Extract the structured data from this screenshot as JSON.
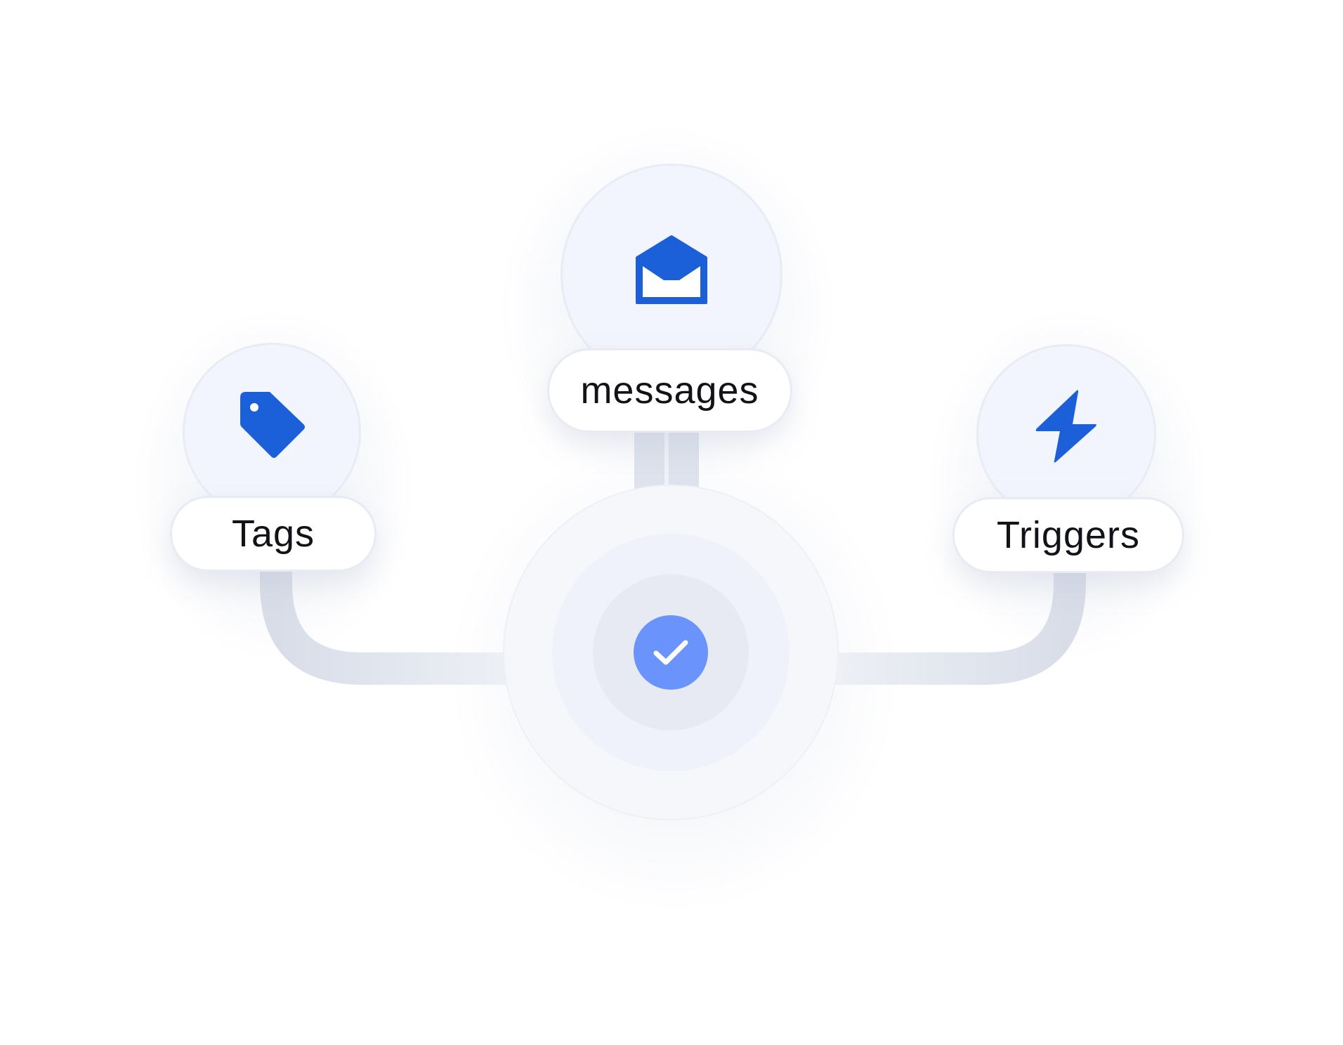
{
  "colors": {
    "accent": "#1b5fd9",
    "check_fill": "#6a93fb",
    "node_bg": "#f2f5fd",
    "connector": "#dde1ea"
  },
  "nodes": {
    "messages": {
      "label": "messages",
      "icon": "envelope-open-icon"
    },
    "tags": {
      "label": "Tags",
      "icon": "tag-icon"
    },
    "triggers": {
      "label": "Triggers",
      "icon": "lightning-bolt-icon"
    }
  },
  "hub": {
    "icon": "checkmark-icon"
  }
}
